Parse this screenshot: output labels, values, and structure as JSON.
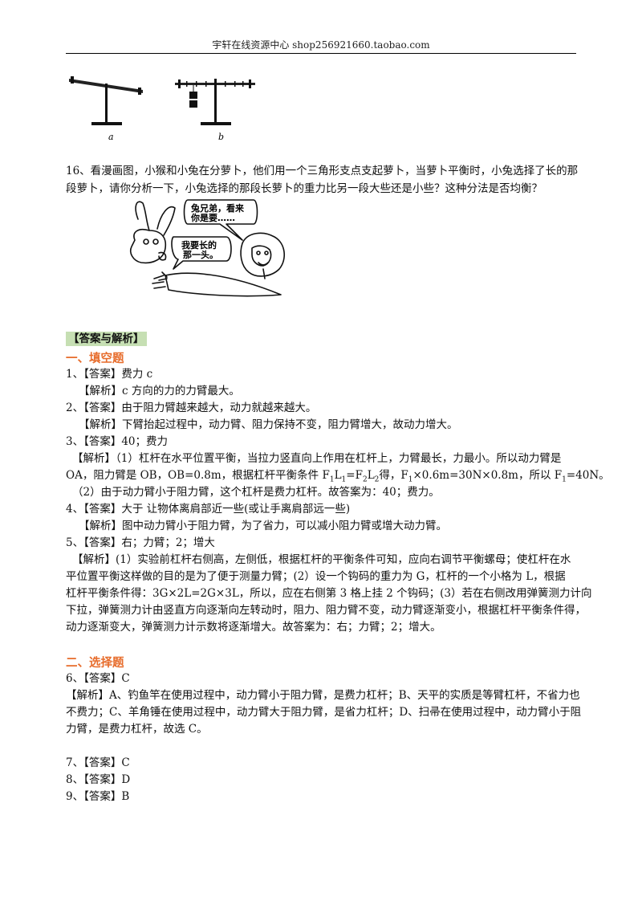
{
  "header": {
    "text": "宇轩在线资源中心   shop256921660.taobao.com"
  },
  "figures": {
    "label_a": "a",
    "label_b": "b"
  },
  "q16": {
    "line1": "16、看漫画图，小猴和小兔在分萝卜，他们用一个三角形支点支起萝卜，当萝卜平衡时，小兔选择了长的那",
    "line2": "段萝卜，请你分析一下，小兔选择的那段长萝卜的重力比另一段大些还是小些？这种分法是否均衡？"
  },
  "cartoon": {
    "monkey_bubble_1": "兔兄弟，看来",
    "monkey_bubble_2": "你是要……",
    "rabbit_bubble_1": "我要长的",
    "rabbit_bubble_2": "那一头。"
  },
  "answer_tag": "【答案与解析】",
  "section1": "一、填空题",
  "section2": "二、选择题",
  "lines": {
    "a1": "1、【答案】费力   c",
    "e1": "【解析】c 方向的力的力臂最大。",
    "a2": "2、【答案】由于阻力臂越来越大，动力就越来越大。",
    "e2": "【解析】下臂抬起过程中，动力臂、阻力保持不变，阻力臂增大，故动力增大。",
    "a3": "3、【答案】40；费力",
    "e3_1": "【解析】（1）杠杆在水平位置平衡，当拉力竖直向上作用在杠杆上，力臂最长，力最小。所以动力臂是",
    "e3_2a": "OA，阻力臂是 OB，OB=0.8m，根据杠杆平衡条件 F",
    "e3_2b": "L",
    "e3_2c": "=F",
    "e3_2d": "L",
    "e3_2e": "得，F",
    "e3_2f": "×0.6m=30N×0.8m，所以 F",
    "e3_2g": "=40N。",
    "sub1": "1",
    "sub2": "2",
    "e3_3": "（2）由于动力臂小于阻力臂，这个杠杆是费力杠杆。故答案为：40；费力。",
    "a4": "4、【答案】大于      让物体离肩部近一些(或让手离肩部远一些)",
    "e4": "【解析】图中动力臂小于阻力臂，为了省力，可以减小阻力臂或增大动力臂。",
    "a5": "5、【答案】右；力臂；2；增大",
    "e5_1": "【解析】(1）实验前杠杆右侧高，左侧低，根据杠杆的平衡条件可知，应向右调节平衡螺母；使杠杆在水",
    "e5_2": "平位置平衡这样做的目的是为了便于测量力臂；(2）设一个钩码的重力为 G，杠杆的一个小格为 L，根据",
    "e5_3": "杠杆平衡条件得：3G×2L=2G×3L，所以，应在右侧第 3 格上挂 2 个钩码；(3）若在右侧改用弹簧测力计向",
    "e5_4": "下拉，弹簧测力计由竖直方向逐渐向左转动时，阻力、阻力臂不变，动力臂逐渐变小，根据杠杆平衡条件得，",
    "e5_5": "动力逐渐变大，弹簧测力计示数将逐渐增大。故答案为：右；力臂；2；增大。",
    "a6": "6、【答案】C",
    "e6_1": "【解析】A、钓鱼竿在使用过程中，动力臂小于阻力臂，是费力杠杆；B、天平的实质是等臂杠杆，不省力也",
    "e6_2": "不费力；C、羊角锤在使用过程中，动力臂大于阻力臂，是省力杠杆；D、扫帚在使用过程中，动力臂小于阻",
    "e6_3": "力臂，是费力杠杆，故选 C。",
    "a7": "7、【答案】C",
    "a8": "8、【答案】D",
    "a9": "9、【答案】B"
  }
}
